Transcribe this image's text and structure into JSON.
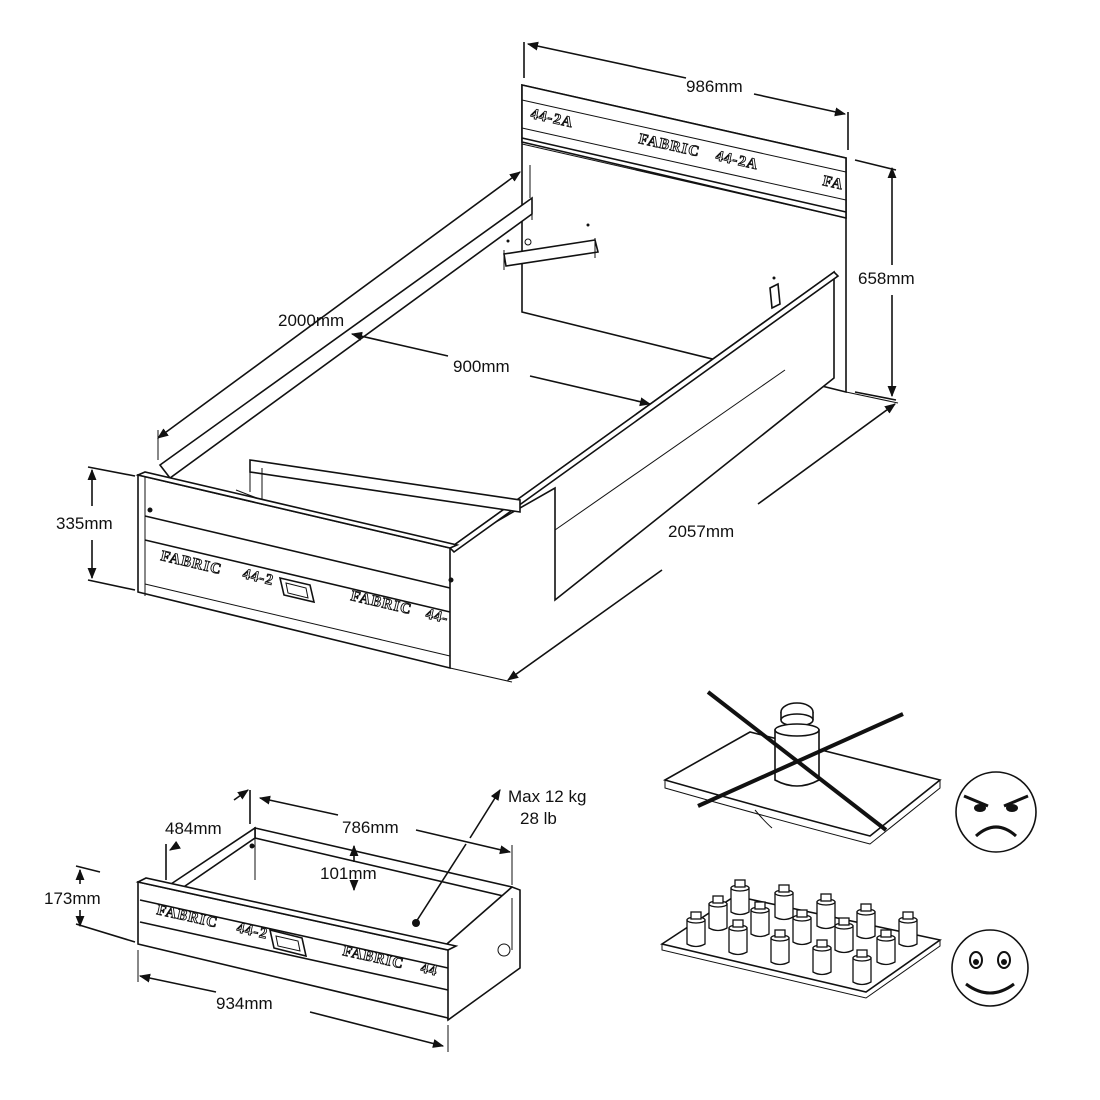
{
  "dimensions": {
    "headboard_width": "986mm",
    "headboard_height": "658mm",
    "bed_length": "2000mm",
    "inner_width": "900mm",
    "bed_height": "335mm",
    "overall_length": "2057mm",
    "drawer_depth": "484mm",
    "drawer_width": "786mm",
    "drawer_inner_height": "101mm",
    "drawer_height": "173mm",
    "drawer_front_width": "934mm"
  },
  "load": {
    "max_kg": "Max 12 kg",
    "max_lb": "28 lb"
  },
  "panel_labels": {
    "code_a": "44-2A",
    "fabric": "FABRIC",
    "code": "44-2A",
    "fa": "FA",
    "front_fabric": "FABRIC",
    "front_code": "44-2",
    "front_fabric_2": "FABRIC",
    "front_code_2": "44-",
    "drawer_fabric": "FABRIC",
    "drawer_code": "44-2",
    "drawer_fabric_2": "FABRIC",
    "drawer_code_2": "44"
  },
  "icons": {
    "bad": "angry-face-icon",
    "good": "smiling-face-icon"
  }
}
